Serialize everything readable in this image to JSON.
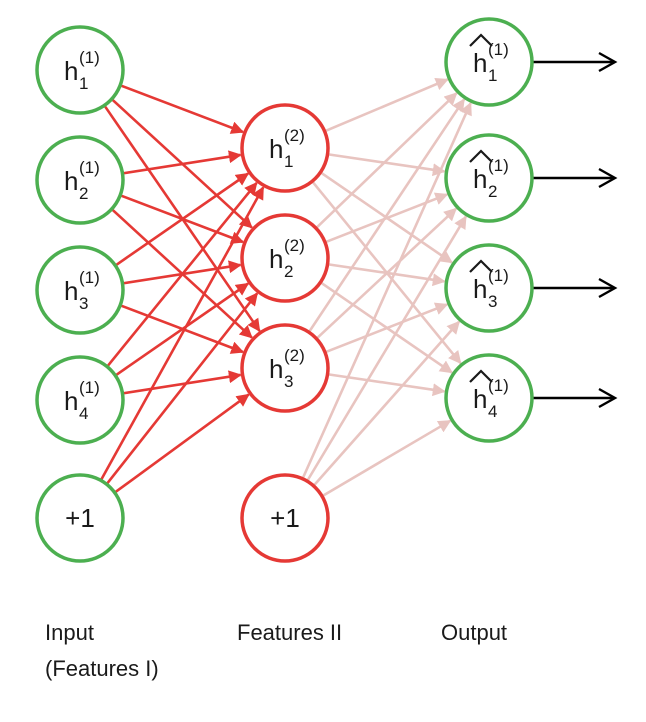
{
  "colors": {
    "input_ring": "#4caf50",
    "hidden_ring": "#e53935",
    "edge_input_hidden": "#e53935",
    "edge_hidden_output": "#e8c4c0",
    "output_arrow": "#000000"
  },
  "diagram": {
    "layers": [
      {
        "id": "input",
        "caption_lines": [
          "Input",
          "(Features I)"
        ],
        "units": [
          {
            "base": "h",
            "superscript": "(1)",
            "subscript": "1"
          },
          {
            "base": "h",
            "superscript": "(1)",
            "subscript": "2"
          },
          {
            "base": "h",
            "superscript": "(1)",
            "subscript": "3"
          },
          {
            "base": "h",
            "superscript": "(1)",
            "subscript": "4"
          }
        ],
        "bias_label": "+1"
      },
      {
        "id": "hidden",
        "caption_lines": [
          "Features II"
        ],
        "units": [
          {
            "base": "h",
            "superscript": "(2)",
            "subscript": "1"
          },
          {
            "base": "h",
            "superscript": "(2)",
            "subscript": "2"
          },
          {
            "base": "h",
            "superscript": "(2)",
            "subscript": "3"
          }
        ],
        "bias_label": "+1"
      },
      {
        "id": "output",
        "caption_lines": [
          "Output"
        ],
        "units": [
          {
            "base": "h",
            "superscript": "(1)",
            "subscript": "1",
            "hat": true
          },
          {
            "base": "h",
            "superscript": "(1)",
            "subscript": "2",
            "hat": true
          },
          {
            "base": "h",
            "superscript": "(1)",
            "subscript": "3",
            "hat": true
          },
          {
            "base": "h",
            "superscript": "(1)",
            "subscript": "4",
            "hat": true
          }
        ]
      }
    ]
  }
}
